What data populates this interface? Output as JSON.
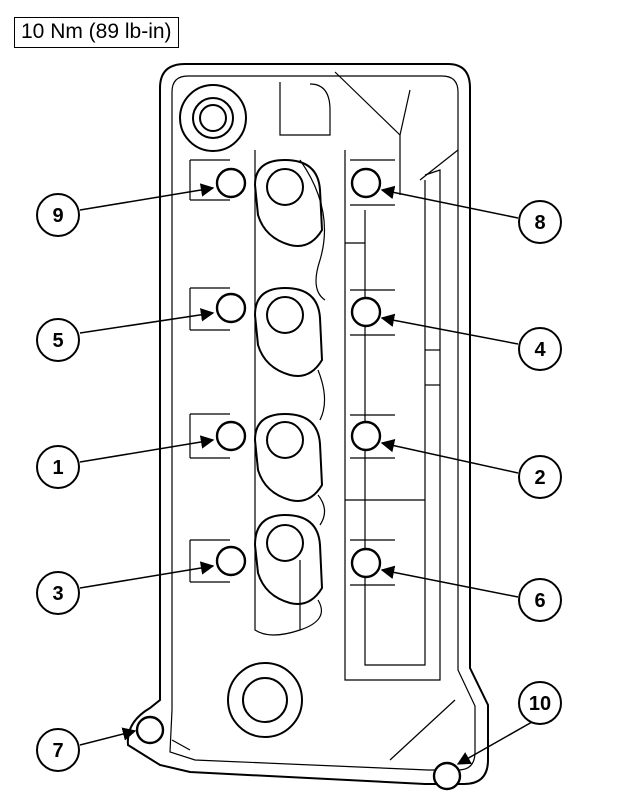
{
  "torque_spec": "10 Nm (89 lb-in)",
  "callouts": [
    {
      "id": "9",
      "label": "9"
    },
    {
      "id": "5",
      "label": "5"
    },
    {
      "id": "1",
      "label": "1"
    },
    {
      "id": "3",
      "label": "3"
    },
    {
      "id": "7",
      "label": "7"
    },
    {
      "id": "8",
      "label": "8"
    },
    {
      "id": "4",
      "label": "4"
    },
    {
      "id": "2",
      "label": "2"
    },
    {
      "id": "6",
      "label": "6"
    },
    {
      "id": "10",
      "label": "10"
    }
  ]
}
